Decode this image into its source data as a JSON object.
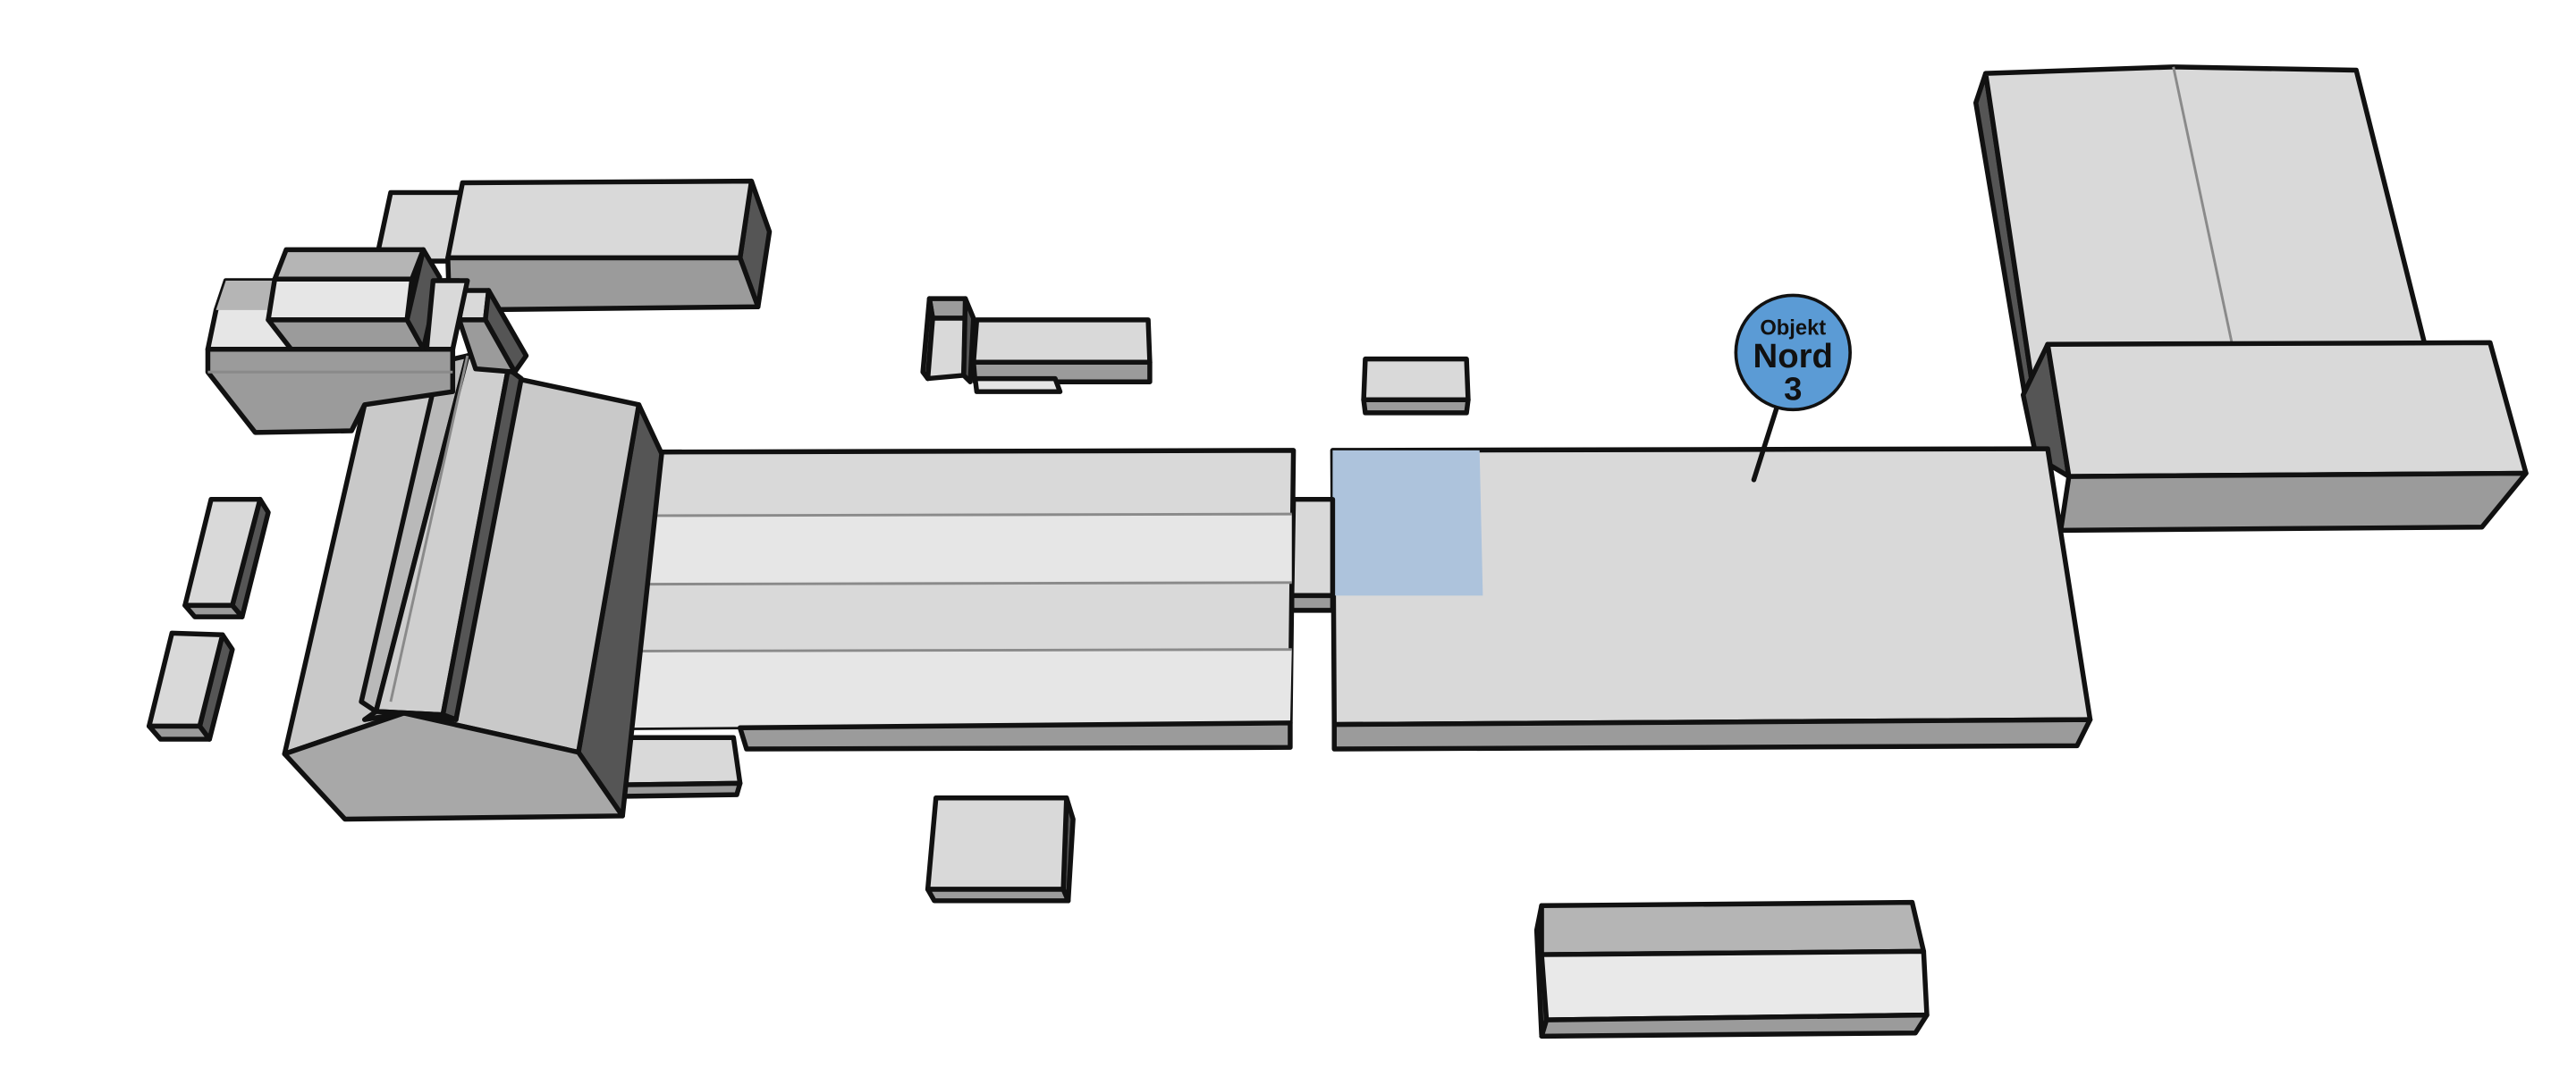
{
  "view": {
    "type": "isometric building site plan"
  },
  "colors": {
    "background": "#ffffff",
    "roof_light": "#d9d9d9",
    "roof_lighter": "#e9e9e9",
    "roof_mid": "#b5b5b5",
    "wall_side": "#9b9b9b",
    "wall_dark": "#555555",
    "edge": "#111111",
    "highlight_area": "#adc3dc",
    "marker_fill": "#5b9bd5"
  },
  "marker": {
    "line1": "Objekt",
    "line2": "Nord",
    "line3": "3"
  }
}
